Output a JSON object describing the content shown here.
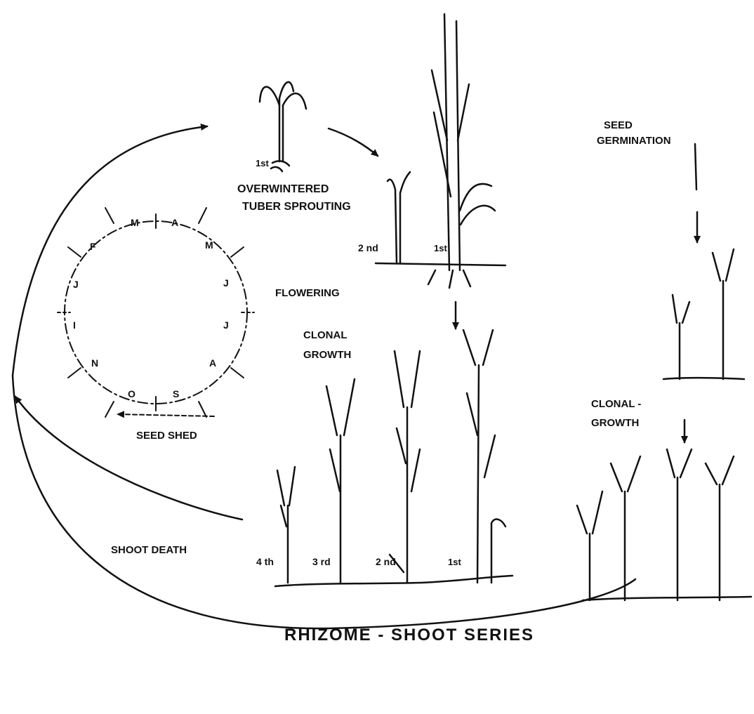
{
  "labels": {
    "seed_germination_1": "SEED",
    "seed_germination_2": "GERMINATION",
    "overwintered_1": "OVERWINTERED",
    "overwintered_2": "TUBER SPROUTING",
    "flowering": "FLOWERING",
    "clonal_growth_left_1": "CLONAL",
    "clonal_growth_left_2": "GROWTH",
    "clonal_growth_right_1": "CLONAL -",
    "clonal_growth_right_2": "GROWTH",
    "seed_shed": "SEED SHED",
    "shoot_death": "SHOOT DEATH",
    "rhizome_shoot_series": "RHIZOME - SHOOT SERIES"
  },
  "shoot_order_labels": {
    "sprout_1st": "1st",
    "mid_2nd": "2 nd",
    "mid_1st": "1st",
    "row_4th": "4 th",
    "row_3rd": "3 rd",
    "row_2nd": "2 nd",
    "row_1st": "1st"
  },
  "months": [
    "M",
    "A",
    "M",
    "J",
    "J",
    "A",
    "S",
    "O",
    "N",
    "I",
    "J",
    "F"
  ]
}
